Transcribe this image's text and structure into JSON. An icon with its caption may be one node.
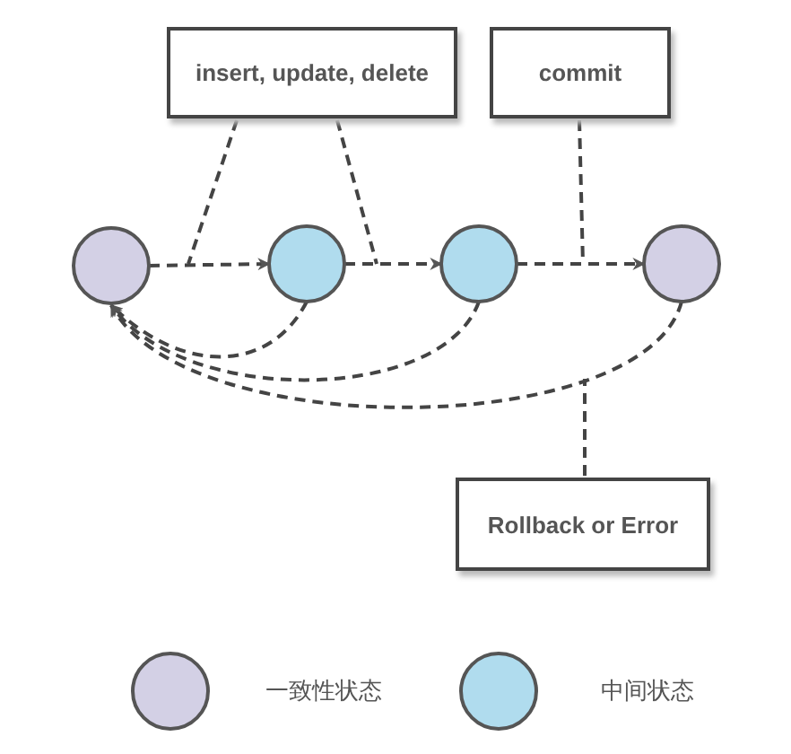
{
  "diagram": {
    "nodes": [
      {
        "text": [
          "insert, update, delete"
        ]
      },
      {
        "text": [
          "commit"
        ]
      },
      {
        "text": [],
        "shape": "circle"
      },
      {
        "text": [],
        "shape": "circle"
      },
      {
        "text": [],
        "shape": "circle"
      },
      {
        "text": [],
        "shape": "circle"
      },
      {
        "text": [
          "Rollback or Error"
        ]
      }
    ],
    "edges": [
      {
        "from": 2,
        "to": 3,
        "arrow": "to",
        "style": "dashed"
      },
      {
        "from": 3,
        "to": 4,
        "arrow": "to",
        "style": "dashed"
      },
      {
        "from": 4,
        "to": 5,
        "arrow": "to",
        "style": "dashed"
      },
      {
        "from": 3,
        "to": 2,
        "arrow": "to",
        "style": "dashed"
      },
      {
        "from": 4,
        "to": 2,
        "arrow": "to",
        "style": "dashed"
      },
      {
        "from": 5,
        "to": 2,
        "arrow": "to",
        "style": "dashed"
      },
      {
        "from": 0,
        "to": null,
        "arrow": "none",
        "style": "dashed"
      },
      {
        "from": 0,
        "to": null,
        "arrow": "none",
        "style": "dashed"
      },
      {
        "from": 1,
        "to": null,
        "arrow": "none",
        "style": "dashed"
      },
      {
        "from": 6,
        "to": null,
        "arrow": "none",
        "style": "dashed"
      }
    ],
    "legend": [
      {
        "text": "一致性状态",
        "color": "#d3d0e5"
      },
      {
        "text": "中间状态",
        "color": "#b0dcee"
      }
    ]
  }
}
